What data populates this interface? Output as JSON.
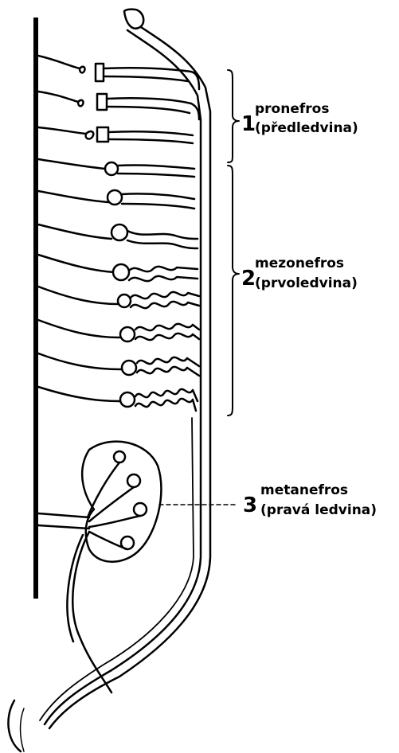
{
  "labels": [
    {
      "number": "1",
      "line1": "pronefros",
      "line2": "(předledvina)"
    },
    {
      "number": "2",
      "line1": "mezonefros",
      "line2": "(prvoledvina)"
    },
    {
      "number": "3",
      "line1": "metanefros",
      "line2": "(pravá ledvina)"
    }
  ],
  "colors": {
    "ink": "#000000",
    "background": "#ffffff"
  }
}
